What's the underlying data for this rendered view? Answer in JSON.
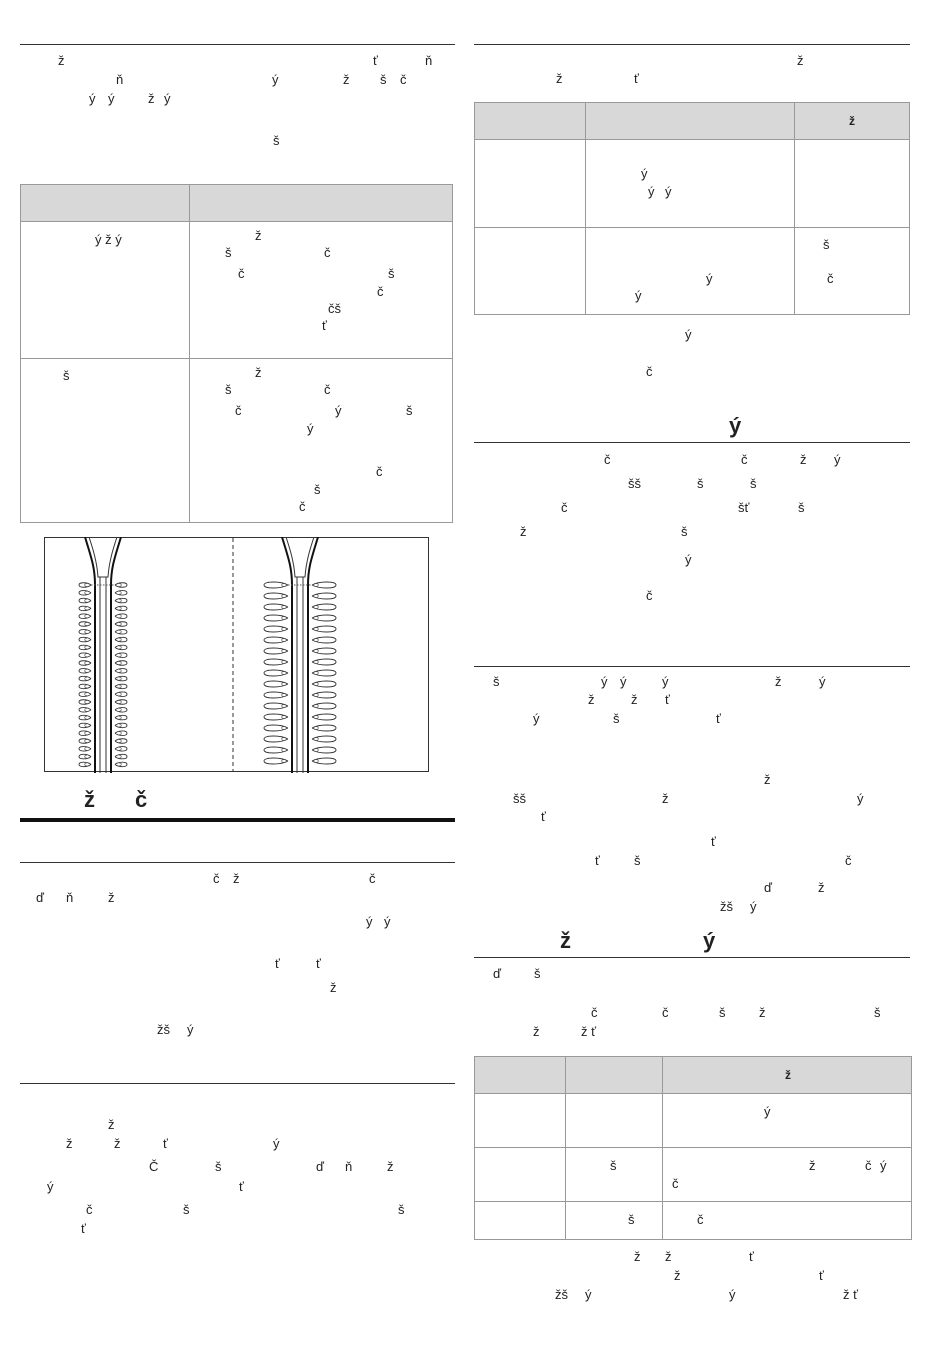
{
  "left": {
    "p1": [
      "ž",
      "ť",
      "ň",
      "ň",
      "ý",
      "ž",
      "š",
      "č",
      "ý",
      "ý",
      "ž",
      "ý",
      "š"
    ],
    "table1": {
      "rows": [
        {
          "col1": "ý ž ý",
          "col2": [
            "ž",
            "š",
            "č",
            "č",
            "š",
            "č",
            "čš",
            "ť"
          ]
        },
        {
          "col1": "š",
          "col2": [
            "ž",
            "š",
            "č",
            "č",
            "ý",
            "š",
            "ý",
            "č",
            "š",
            "č"
          ]
        }
      ]
    },
    "section_heading": [
      "ž",
      "č"
    ],
    "p2": [
      "č",
      "ž",
      "č",
      "ď",
      "ň",
      "ž",
      "ý",
      "ý",
      "ť",
      "ť",
      "ž",
      "žš",
      "ý"
    ],
    "p3": [
      "ž",
      "ž",
      "ž",
      "ť",
      "ý",
      "Č",
      "š",
      "ď",
      "ň",
      "ž",
      "ý",
      "ť",
      "č",
      "š",
      "š",
      "ť"
    ]
  },
  "right": {
    "p1": [
      "ž",
      "ž",
      "ť"
    ],
    "table2": {
      "header3": "ž",
      "row1_col2": [
        "ý",
        "ý",
        "ý"
      ],
      "row2_col2": [
        "ý",
        "ý"
      ],
      "row2_col3": [
        "š",
        "č"
      ]
    },
    "p2": [
      "ý",
      "č"
    ],
    "heading1": "ý",
    "p3": [
      "č",
      "č",
      "ž",
      "ý",
      "šš",
      "š",
      "š",
      "č",
      "šť",
      "š",
      "ž",
      "š",
      "ý",
      "č"
    ],
    "p4": [
      "š",
      "ý",
      "ý",
      "ý",
      "ž",
      "ý",
      "ž",
      "ž",
      "ť",
      "ý",
      "š",
      "ť",
      "ž",
      "šš",
      "ž",
      "ý",
      "ť",
      "ť",
      "ť",
      "š",
      "č",
      "ď",
      "ž",
      "žš",
      "ý"
    ],
    "heading2": [
      "ž",
      "ý"
    ],
    "p5": [
      "ď",
      "š",
      "č",
      "č",
      "š",
      "ž",
      "š",
      "ž",
      "ž ť"
    ],
    "table3": {
      "header3": "ž",
      "row1_col3": "ý",
      "row2_col2": "š",
      "row2_col3": [
        "ž",
        "č",
        "ý",
        "č"
      ],
      "row3_col2": "š",
      "row3_col3": "č"
    },
    "p6": [
      "ž",
      "ž",
      "ť",
      "ž",
      "ť",
      "žš",
      "ý",
      "ý",
      "ž ť"
    ]
  }
}
